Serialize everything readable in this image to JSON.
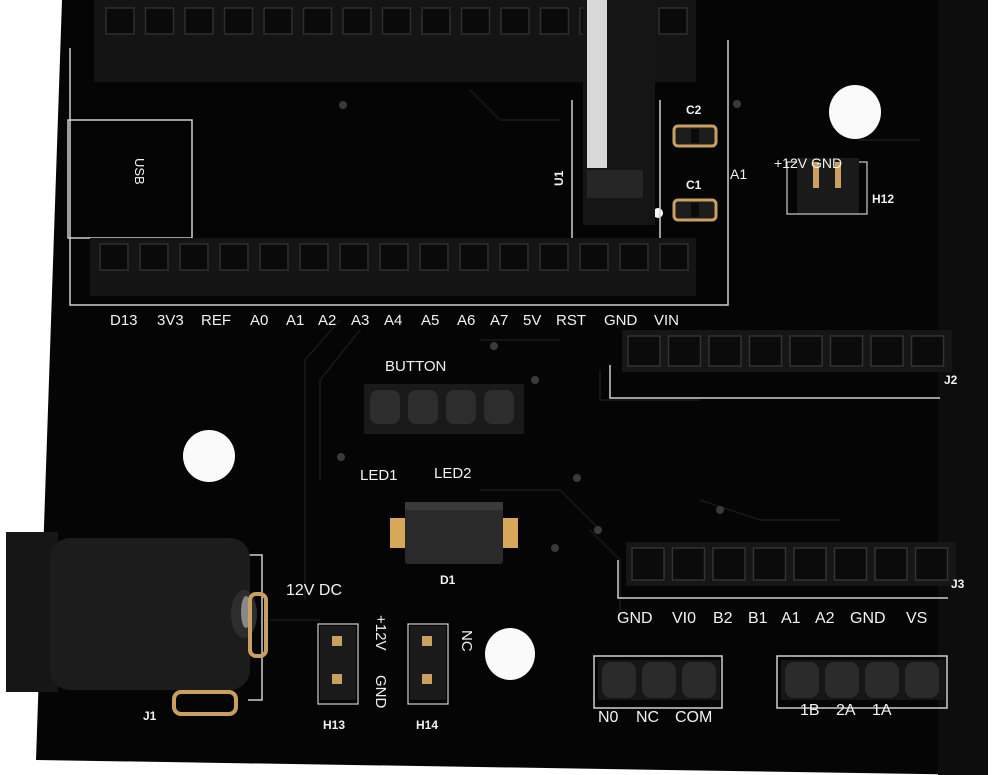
{
  "board": {
    "labels": {
      "usb": "USB",
      "u1": "U1",
      "a1": "A1",
      "c1": "C1",
      "c2": "C2",
      "h12_pins": "+12V GND",
      "h12": "H12",
      "j2": "J2",
      "j3": "J3",
      "button": "BUTTON",
      "led1": "LED1",
      "led2": "LED2",
      "d1": "D1",
      "dc": "12V DC",
      "j1": "J1",
      "h13": "H13",
      "h13_p12": "+12V",
      "h13_gnd": "GND",
      "h14": "H14",
      "h14_nc": "NC"
    },
    "bottom_header_pins": [
      "D13",
      "3V3",
      "REF",
      "A0",
      "A1",
      "A2",
      "A3",
      "A4",
      "A5",
      "A6",
      "A7",
      "5V",
      "RST",
      "GND",
      "VIN"
    ],
    "driver_pins": [
      "GND",
      "VI0",
      "B2",
      "B1",
      "A1",
      "A2",
      "GND",
      "VS"
    ],
    "relay_pins": [
      "N0",
      "NC",
      "COM"
    ],
    "motor_pins": [
      "1B",
      "2A",
      "1A"
    ]
  }
}
